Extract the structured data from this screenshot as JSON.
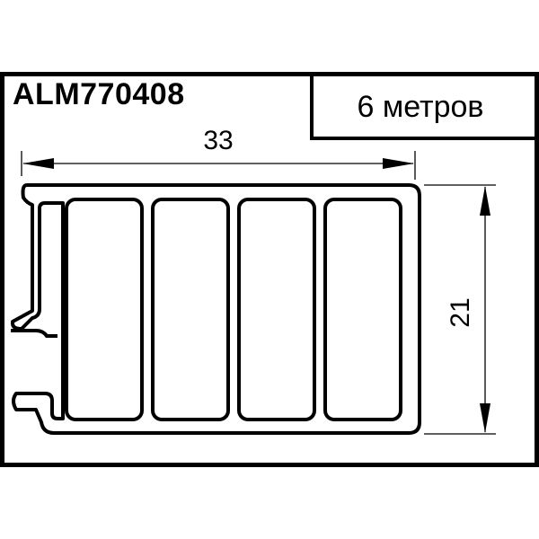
{
  "header": {
    "article_code": "ALM770408",
    "length_label": "6 метров"
  },
  "dimensions": {
    "width_label": "33",
    "height_label": "21"
  }
}
